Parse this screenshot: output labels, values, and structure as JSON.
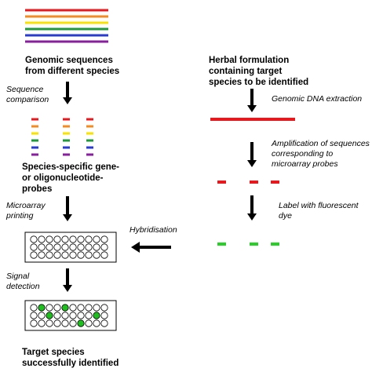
{
  "colors": {
    "rainbow": [
      "#e8181f",
      "#f58a1f",
      "#f7e200",
      "#1e9a3c",
      "#2a3bd1",
      "#8a1ea0"
    ],
    "red": "#e8181f",
    "green": "#25d125",
    "black": "#000000",
    "dot_fill": "#1fbf1f"
  },
  "labels": {
    "genomic": [
      "Genomic sequences",
      "from different species"
    ],
    "herbal": [
      "Herbal formulation",
      "containing target",
      "species to be identified"
    ],
    "seq_comparison": [
      "Sequence",
      "comparison"
    ],
    "dna_extraction": "Genomic DNA extraction",
    "amplification": [
      "Amplification of sequences",
      "corresponding to",
      "microarray probes"
    ],
    "probes": [
      "Species-specific gene-",
      "or oligonucleotide-",
      "probes"
    ],
    "microarray_printing": [
      "Microarray",
      "printing"
    ],
    "label_dye": [
      "Label with fluorescent",
      "dye"
    ],
    "hybridisation": "Hybridisation",
    "signal_detection": [
      "Signal",
      "detection"
    ],
    "target": [
      "Target species",
      "successfully identified"
    ]
  },
  "array_positive_spots": [
    [
      0,
      1
    ],
    [
      0,
      4
    ],
    [
      1,
      2
    ],
    [
      1,
      8
    ],
    [
      2,
      6
    ]
  ]
}
